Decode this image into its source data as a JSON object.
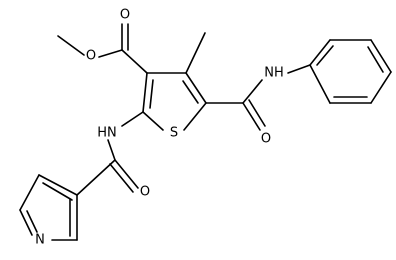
{
  "structure": {
    "atom_labels": {
      "ester_carbonyl_o": "O",
      "ester_ether_o": "O",
      "thiophene_s": "S",
      "anilide_nh": "NH",
      "anilide_carbonyl_o": "O",
      "amide_nh": "HN",
      "isonicotinoyl_carbonyl_o": "O",
      "pyridine_n": "N"
    }
  }
}
